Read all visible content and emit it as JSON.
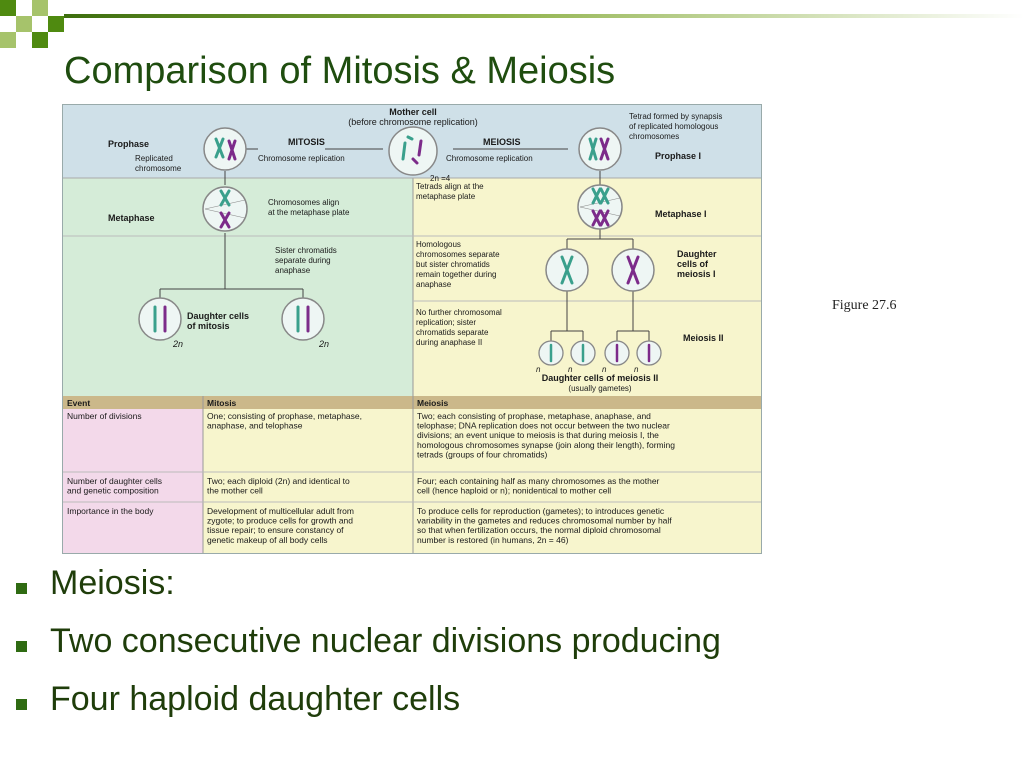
{
  "slide": {
    "title": "Comparison of Mitosis & Meiosis",
    "figure_caption": "Figure 27.6",
    "bullets": [
      "Meiosis:",
      "Two consecutive nuclear divisions producing",
      "Four haploid daughter cells"
    ]
  },
  "colors": {
    "accent_green": "#4f8a10",
    "light_green": "#a6c36b",
    "title_green": "#1f4d0f",
    "panel_blue": "#cfe0e8",
    "panel_green": "#d5ecd8",
    "panel_yellow": "#f7f5cd",
    "panel_pink": "#f3d9ea",
    "header_tan": "#cbb88a"
  },
  "figure": {
    "mother_cell": "Mother cell",
    "mother_sub": "(before chromosome replication)",
    "mother_ploidy": "2n =4",
    "prophase": "Prophase",
    "replicated_line1": "Replicated",
    "replicated_line2": "chromosome",
    "mitosis_header": "MITOSIS",
    "mitosis_replication": "Chromosome replication",
    "meiosis_header": "MEIOSIS",
    "meiosis_replication": "Chromosome replication",
    "tetrad_line1": "Tetrad formed by synapsis",
    "tetrad_line2": "of replicated homologous",
    "tetrad_line3": "chromosomes",
    "prophase1": "Prophase I",
    "metaphase": "Metaphase",
    "align_line1": "Chromosomes align",
    "align_line2": "at the metaphase plate",
    "tetrads_align_line1": "Tetrads align at the",
    "tetrads_align_line2": "metaphase plate",
    "metaphase1": "Metaphase I",
    "sister_line1": "Sister chromatids",
    "sister_line2": "separate during",
    "sister_line3": "anaphase",
    "homologous_line1": "Homologous",
    "homologous_line2": "chromosomes separate",
    "homologous_line3": "but sister chromatids",
    "homologous_line4": "remain together during",
    "homologous_line5": "anaphase",
    "daughter1_line1": "Daughter",
    "daughter1_line2": "cells of",
    "daughter1_line3": "meiosis I",
    "daughter_mitosis_line1": "Daughter cells",
    "daughter_mitosis_line2": "of mitosis",
    "two_n": "2n",
    "no_further_line1": "No further chromosomal",
    "no_further_line2": "replication; sister",
    "no_further_line3": "chromatids separate",
    "no_further_line4": "during anaphase II",
    "meiosis2": "Meiosis II",
    "n": "n",
    "daughter_meiosis2": "Daughter cells of meiosis II",
    "usually_gametes": "(usually gametes)"
  },
  "table": {
    "headers": [
      "Event",
      "Mitosis",
      "Meiosis"
    ],
    "rows": [
      {
        "event": [
          "Number of divisions"
        ],
        "mitosis": [
          "One; consisting of prophase, metaphase,",
          "anaphase, and telophase"
        ],
        "meiosis": [
          "Two; each consisting of prophase, metaphase, anaphase, and",
          "telophase; DNA replication does not occur between the two nuclear",
          "divisions; an event unique to meiosis is that during meiosis I, the",
          "homologous chromosomes synapse (join along their length), forming",
          "tetrads (groups of four chromatids)"
        ]
      },
      {
        "event": [
          "Number of daughter cells",
          "and genetic composition"
        ],
        "mitosis": [
          "Two; each diploid (2n) and identical to",
          "the mother cell"
        ],
        "meiosis": [
          "Four; each containing half as many chromosomes as the mother",
          "cell (hence haploid or n); nonidentical to mother cell"
        ]
      },
      {
        "event": [
          "Importance in the body"
        ],
        "mitosis": [
          "Development of multicellular adult from",
          "zygote; to produce cells for growth and",
          "tissue repair; to ensure constancy of",
          "genetic makeup of all body cells"
        ],
        "meiosis": [
          "To produce cells for reproduction (gametes); to introduces genetic",
          "variability in the gametes and reduces chromosomal number by half",
          "so that when fertilization occurs, the normal diploid chromosomal",
          "number is restored (in humans, 2n = 46)"
        ]
      }
    ]
  }
}
